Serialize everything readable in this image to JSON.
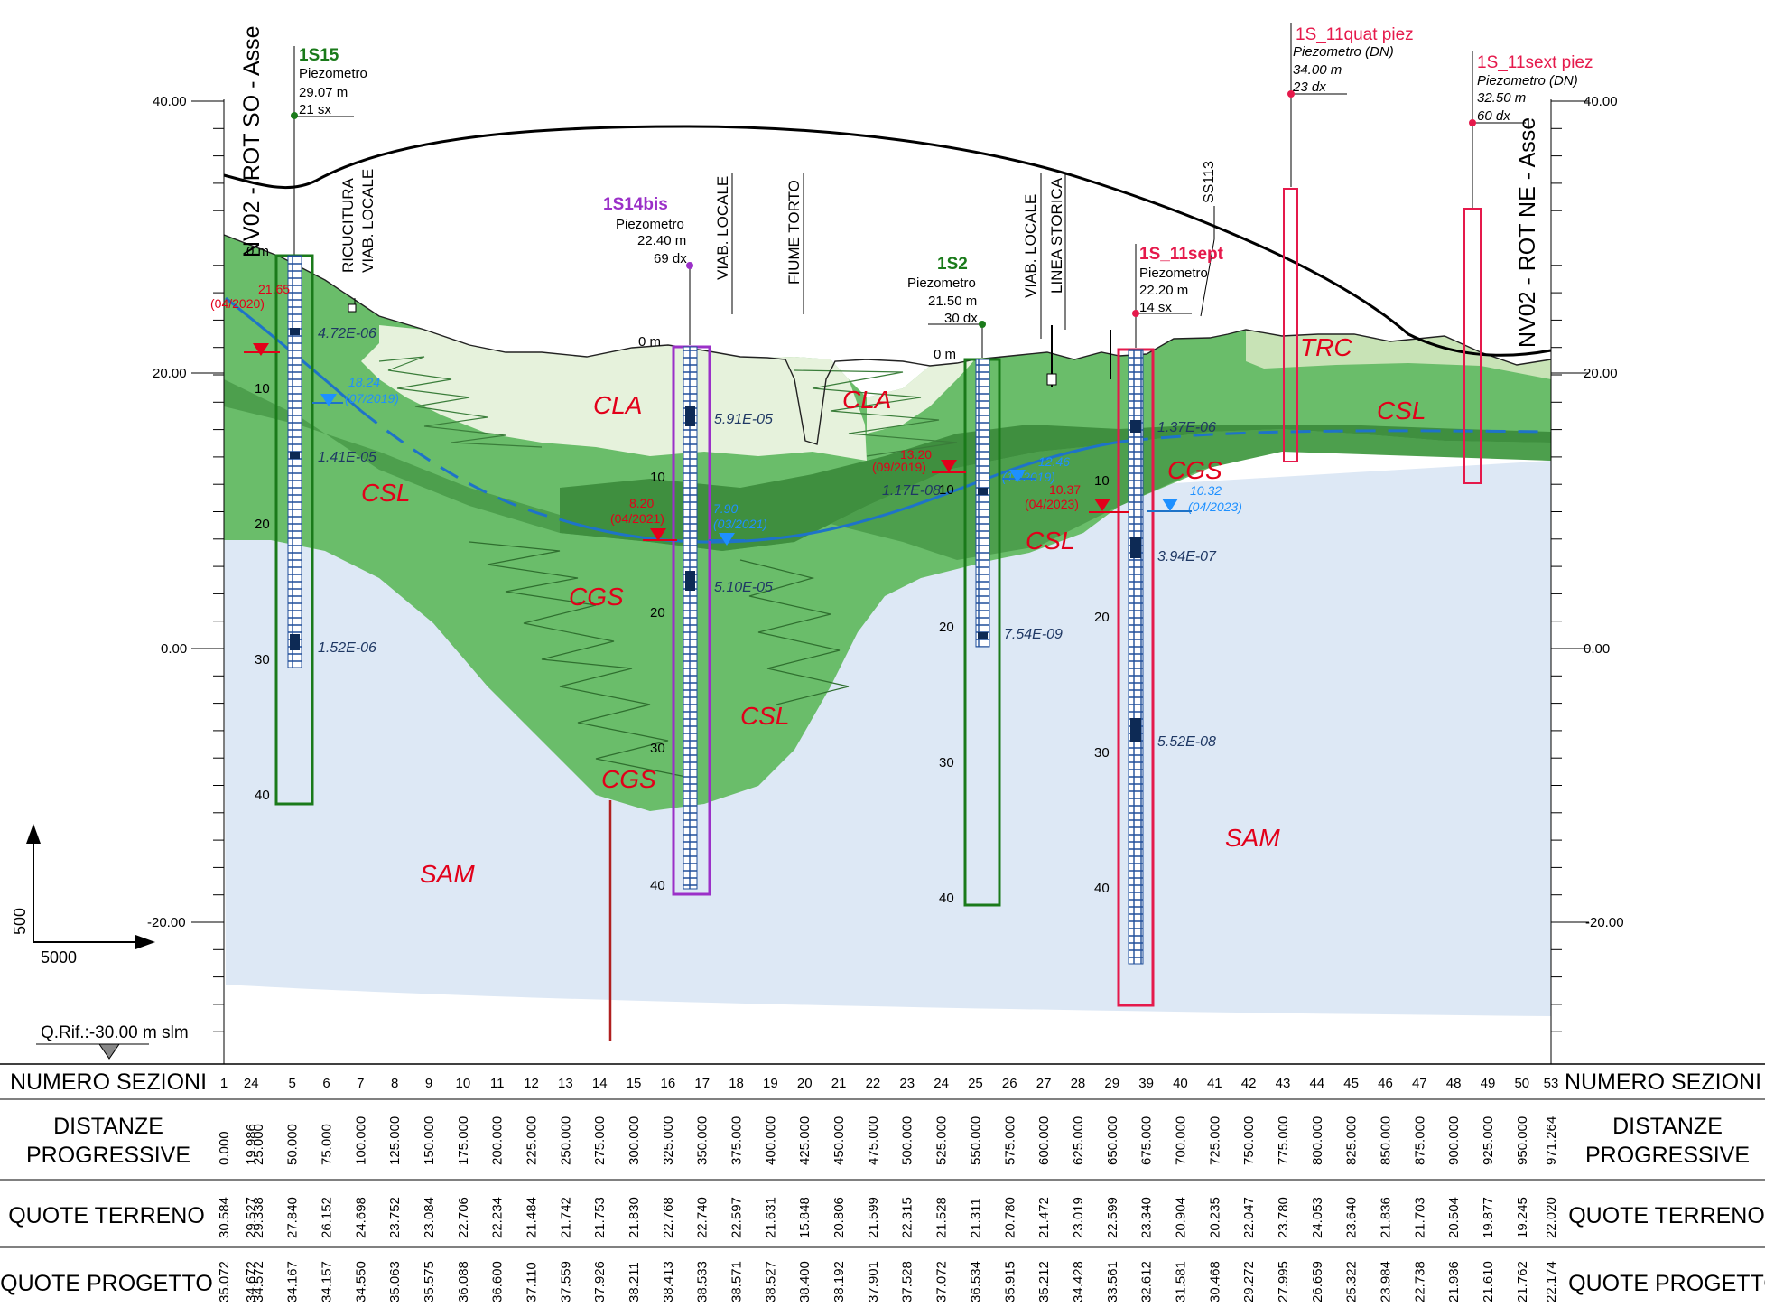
{
  "reference": "Q.Rif.:-30.00 m slm",
  "scale": {
    "vertical": "500",
    "horizontal": "5000"
  },
  "elevation_labels": [
    "40.00",
    "20.00",
    "0.00",
    "-20.00"
  ],
  "end_labels": {
    "left": "NV02 - ROT SO - Asse",
    "right": "NV02 - ROT NE - Asse"
  },
  "features": [
    {
      "id": "ricucitura",
      "text": "RICUCITURA"
    },
    {
      "id": "viab1",
      "text": "VIAB. LOCALE"
    },
    {
      "id": "viab2",
      "text": "VIAB. LOCALE"
    },
    {
      "id": "fiume",
      "text": "FIUME TORTO"
    },
    {
      "id": "viab3",
      "text": "VIAB. LOCALE"
    },
    {
      "id": "linea",
      "text": "LINEA STORICA"
    },
    {
      "id": "ss113",
      "text": "SS113"
    }
  ],
  "units": [
    {
      "id": "cla1",
      "text": "CLA"
    },
    {
      "id": "cla2",
      "text": "CLA"
    },
    {
      "id": "csl1",
      "text": "CSL"
    },
    {
      "id": "csl2",
      "text": "CSL"
    },
    {
      "id": "csl3",
      "text": "CSL"
    },
    {
      "id": "csl4",
      "text": "CSL"
    },
    {
      "id": "cgs1",
      "text": "CGS"
    },
    {
      "id": "cgs2",
      "text": "CGS"
    },
    {
      "id": "cgs3",
      "text": "CGS"
    },
    {
      "id": "trc",
      "text": "TRC"
    },
    {
      "id": "sam1",
      "text": "SAM"
    },
    {
      "id": "sam2",
      "text": "SAM"
    }
  ],
  "boreholes": [
    {
      "id": "1S15",
      "name": "1S15",
      "type": "Piezometro",
      "length": "29.07 m",
      "offset": "21 sx",
      "color": "#1a7a1a",
      "depths": [
        "0 m",
        "10",
        "20",
        "30",
        "40"
      ]
    },
    {
      "id": "1S14bis",
      "name": "1S14bis",
      "type": "Piezometro",
      "length": "22.40 m",
      "offset": "69 dx",
      "color": "#9b30c8",
      "depths": [
        "0 m",
        "10",
        "20",
        "30",
        "40"
      ]
    },
    {
      "id": "1S2",
      "name": "1S2",
      "type": "Piezometro",
      "length": "21.50 m",
      "offset": "30 dx",
      "color": "#1a7a1a",
      "depths": [
        "0 m",
        "10",
        "20",
        "30",
        "40"
      ]
    },
    {
      "id": "1S_11sept",
      "name": "1S_11sept",
      "type": "Piezometro",
      "length": "22.20 m",
      "offset": "14 sx",
      "color": "#e5194b",
      "depths": [
        "10",
        "20",
        "30",
        "40"
      ]
    },
    {
      "id": "1S_11quat",
      "name": "1S_11quat piez",
      "type": "Piezometro (DN)",
      "length": "34.00 m",
      "offset": "23 dx",
      "color": "#e5194b"
    },
    {
      "id": "1S_11sext",
      "name": "1S_11sext piez",
      "type": "Piezometro (DN)",
      "length": "32.50 m",
      "offset": "60 dx",
      "color": "#e5194b"
    }
  ],
  "permeability": [
    {
      "id": "p1",
      "text": "4.72E-06"
    },
    {
      "id": "p2",
      "text": "1.41E-05"
    },
    {
      "id": "p3",
      "text": "1.52E-06"
    },
    {
      "id": "p4",
      "text": "5.91E-05"
    },
    {
      "id": "p5",
      "text": "5.10E-05"
    },
    {
      "id": "p6",
      "text": "1.17E-08"
    },
    {
      "id": "p7",
      "text": "7.54E-09"
    },
    {
      "id": "p8",
      "text": "1.37E-06"
    },
    {
      "id": "p9",
      "text": "3.94E-07"
    },
    {
      "id": "p10",
      "text": "5.52E-08"
    }
  ],
  "water_levels": [
    {
      "id": "w1",
      "level": "21.65",
      "date": "(04/2020)",
      "color": "#e2001a"
    },
    {
      "id": "w2",
      "level": "18.24",
      "date": "(07/2019)",
      "color": "#1e90ff"
    },
    {
      "id": "w3",
      "level": "8.20",
      "date": "(04/2021)",
      "color": "#e2001a"
    },
    {
      "id": "w4",
      "level": "7.90",
      "date": "(03/2021)",
      "color": "#1e90ff"
    },
    {
      "id": "w5",
      "level": "13.20",
      "date": "(09/2019)",
      "color": "#e2001a"
    },
    {
      "id": "w6",
      "level": "12.46",
      "date": "(11/2019)",
      "color": "#1e90ff"
    },
    {
      "id": "w7",
      "level": "10.37",
      "date": "(04/2023)",
      "color": "#e2001a"
    },
    {
      "id": "w8",
      "level": "10.32",
      "date": "(04/2023)",
      "color": "#1e90ff"
    }
  ],
  "table": {
    "rows": [
      {
        "label": "NUMERO SEZIONI",
        "values": [
          "1",
          "24",
          "5",
          "6",
          "7",
          "8",
          "9",
          "10",
          "11",
          "12",
          "13",
          "14",
          "15",
          "16",
          "17",
          "18",
          "19",
          "20",
          "21",
          "22",
          "23",
          "24",
          "25",
          "26",
          "27",
          "28",
          "29",
          "39",
          "40",
          "41",
          "42",
          "43",
          "44",
          "45",
          "46",
          "47",
          "48",
          "49",
          "50",
          "53"
        ]
      },
      {
        "label": "DISTANZE PROGRESSIVE",
        "values": [
          "0.000",
          "19.986",
          "25.000",
          "50.000",
          "75.000",
          "100.000",
          "125.000",
          "150.000",
          "175.000",
          "200.000",
          "225.000",
          "250.000",
          "275.000",
          "300.000",
          "325.000",
          "350.000",
          "375.000",
          "400.000",
          "425.000",
          "450.000",
          "475.000",
          "500.000",
          "525.000",
          "550.000",
          "575.000",
          "600.000",
          "625.000",
          "650.000",
          "675.000",
          "700.000",
          "725.000",
          "750.000",
          "775.000",
          "800.000",
          "825.000",
          "850.000",
          "875.000",
          "900.000",
          "925.000",
          "950.000",
          "971.264"
        ]
      },
      {
        "label": "QUOTE TERRENO",
        "values": [
          "30.584",
          "29.527",
          "29.338",
          "27.840",
          "26.152",
          "24.698",
          "23.752",
          "23.084",
          "22.706",
          "22.234",
          "21.484",
          "21.742",
          "21.753",
          "21.830",
          "22.768",
          "22.740",
          "22.597",
          "21.631",
          "15.848",
          "20.806",
          "21.599",
          "22.315",
          "21.528",
          "21.311",
          "20.780",
          "21.472",
          "23.019",
          "22.599",
          "23.340",
          "20.904",
          "20.235",
          "22.047",
          "23.780",
          "24.053",
          "23.640",
          "21.836",
          "21.703",
          "20.504",
          "19.877",
          "19.245",
          "22.020"
        ]
      },
      {
        "label": "QUOTE PROGETTO",
        "values": [
          "35.072",
          "34.672",
          "34.572",
          "34.167",
          "34.157",
          "34.550",
          "35.063",
          "35.575",
          "36.088",
          "36.600",
          "37.110",
          "37.559",
          "37.926",
          "38.211",
          "38.413",
          "38.533",
          "38.571",
          "38.527",
          "38.400",
          "38.192",
          "37.901",
          "37.528",
          "37.072",
          "36.534",
          "35.915",
          "35.212",
          "34.428",
          "33.561",
          "32.612",
          "31.581",
          "30.468",
          "29.272",
          "27.995",
          "26.659",
          "25.322",
          "23.984",
          "22.738",
          "21.936",
          "21.610",
          "21.762",
          "22.174"
        ]
      }
    ]
  }
}
